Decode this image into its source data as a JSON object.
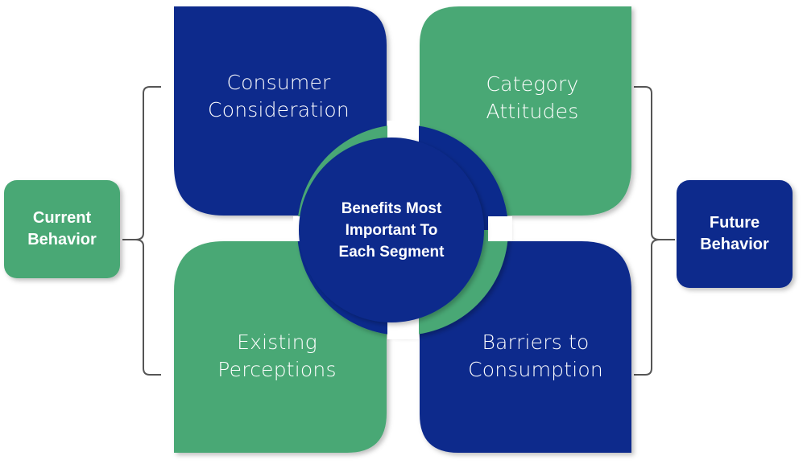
{
  "diagram": {
    "center": {
      "lines": [
        "Benefits Most",
        "Important To",
        "Each Segment"
      ]
    },
    "quadrants": [
      {
        "id": "top-left",
        "lines": [
          "Consumer",
          "Consideration"
        ]
      },
      {
        "id": "top-right",
        "lines": [
          "Category",
          "Attitudes"
        ]
      },
      {
        "id": "bottom-left",
        "lines": [
          "Existing",
          "Perceptions"
        ]
      },
      {
        "id": "bottom-right",
        "lines": [
          "Barriers to",
          "Consumption"
        ]
      }
    ],
    "left_box": {
      "lines": [
        "Current",
        "Behavior"
      ]
    },
    "right_box": {
      "lines": [
        "Future",
        "Behavior"
      ]
    }
  },
  "colors": {
    "navy": "#0b2a8c",
    "green": "#4aa874",
    "bracket": "#555555"
  }
}
